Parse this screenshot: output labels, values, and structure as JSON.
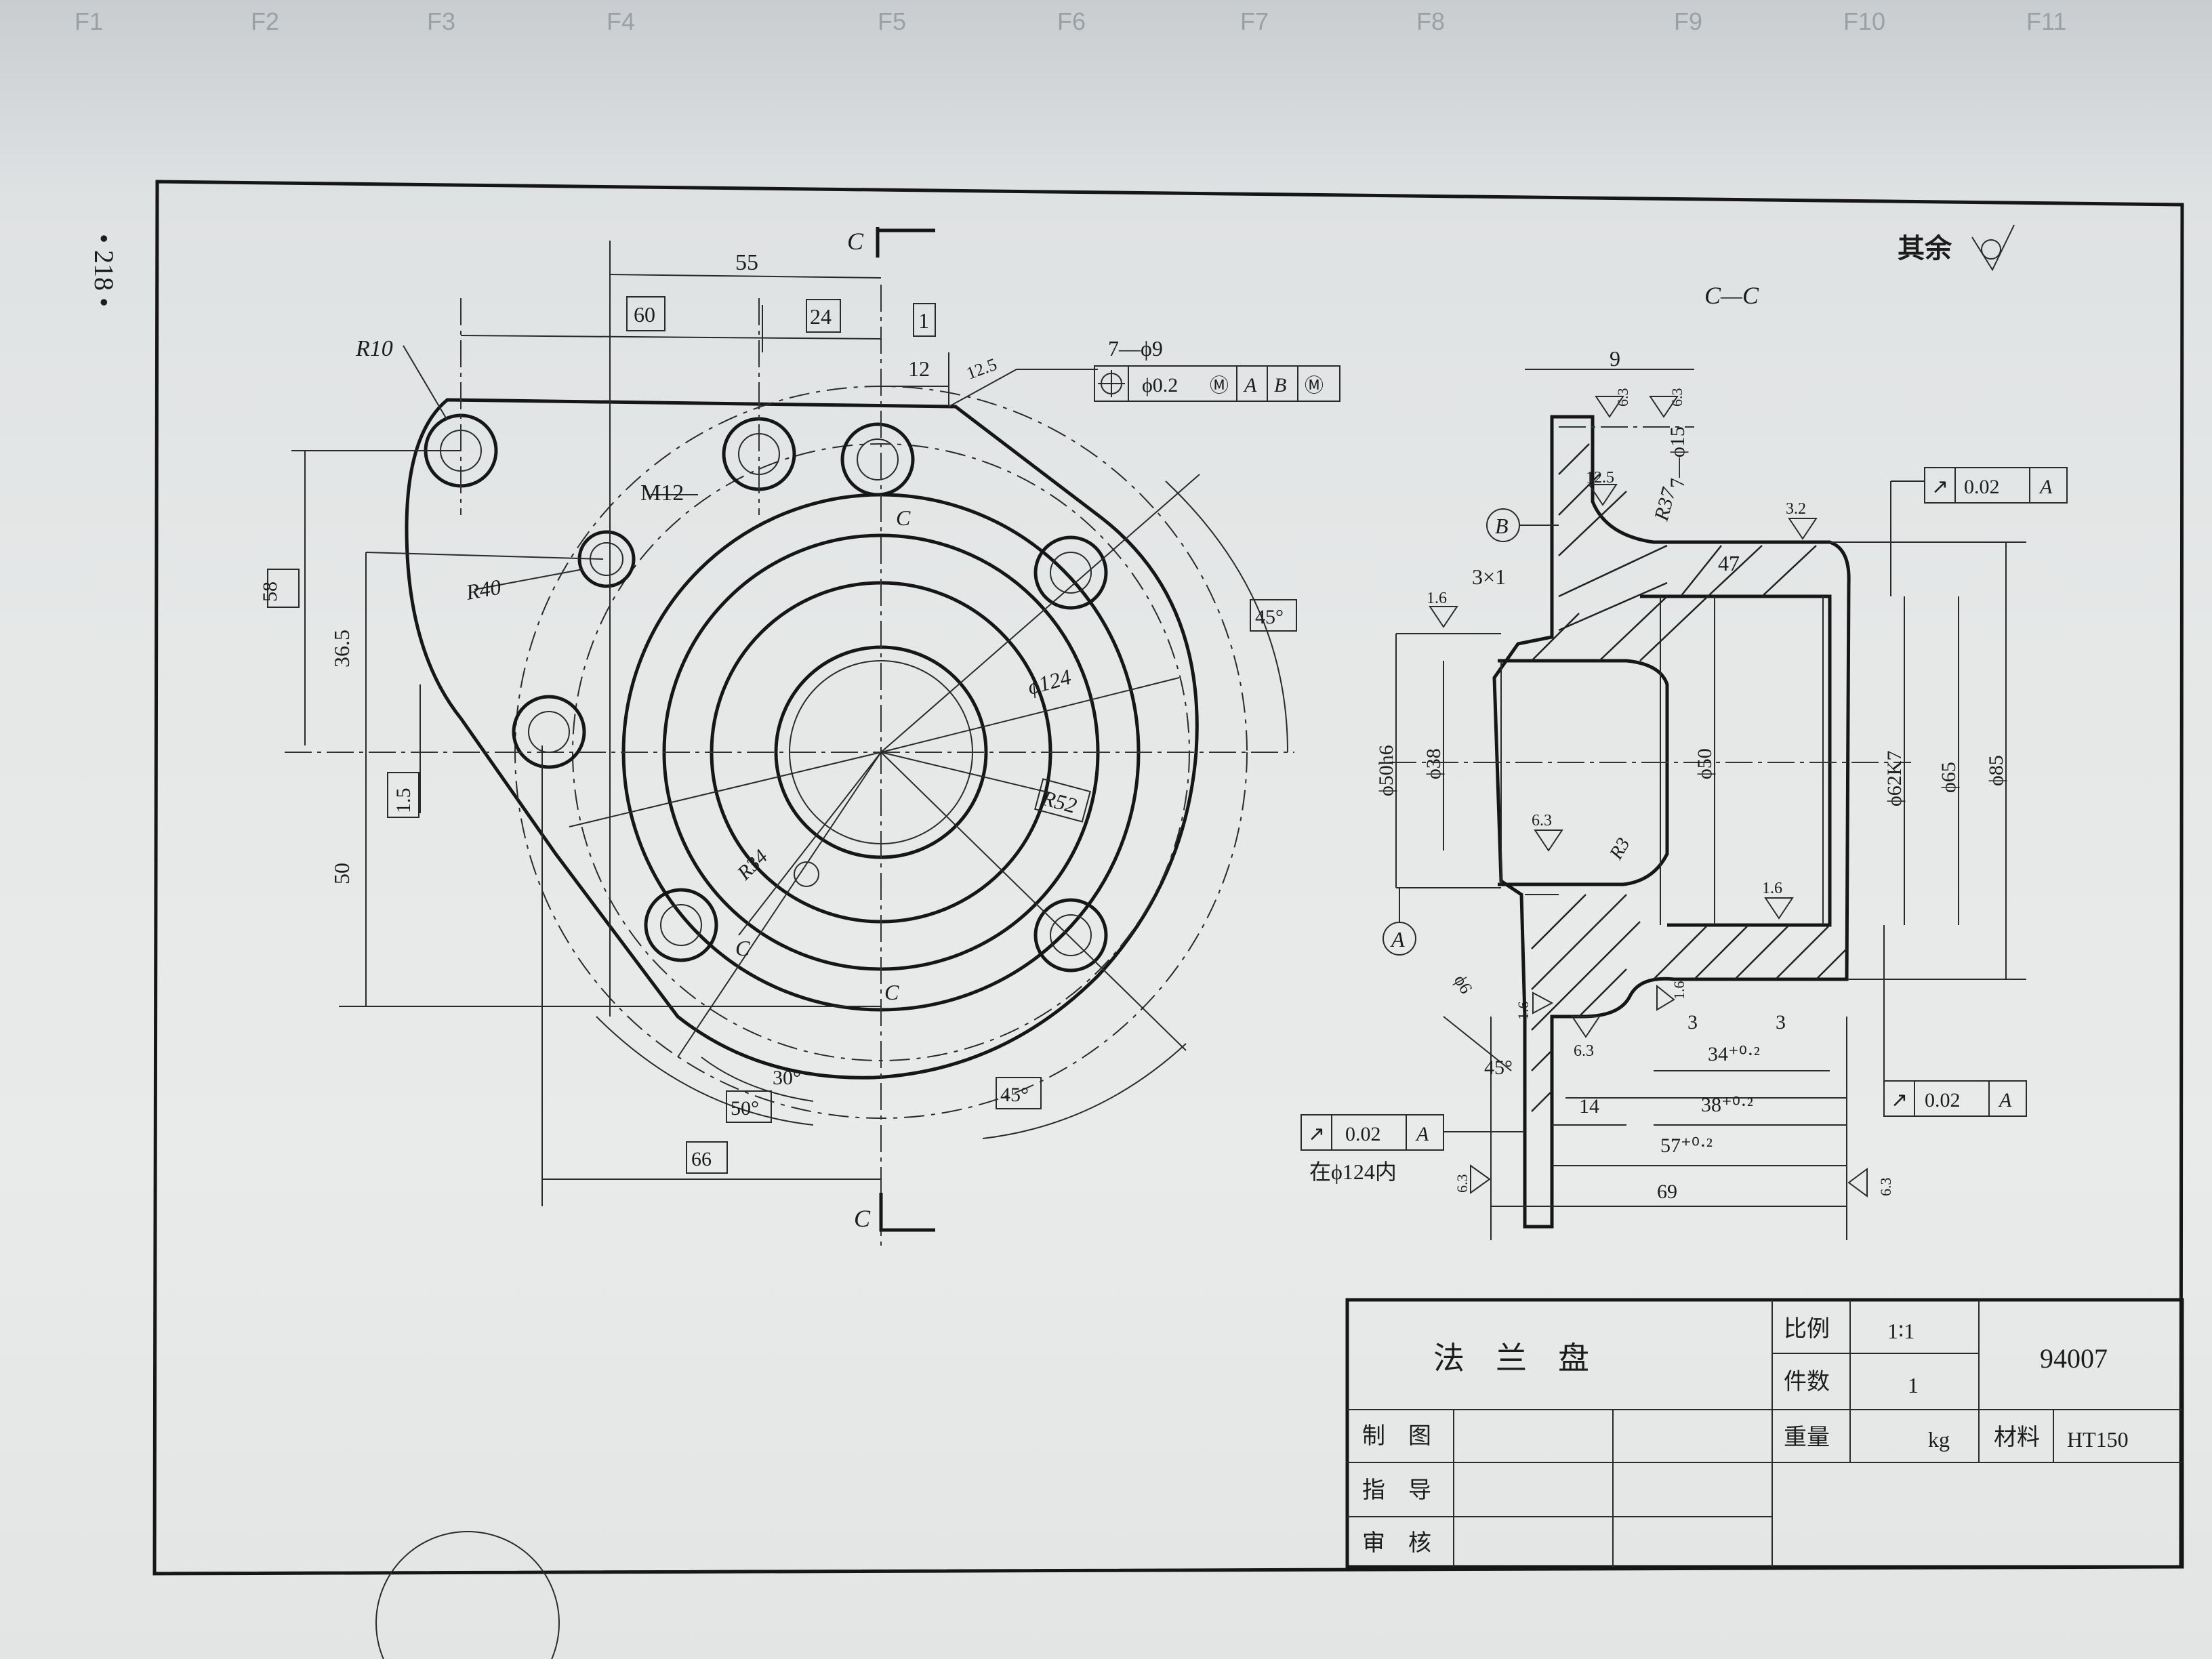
{
  "page_number": "• 218 •",
  "zone_labels": [
    "F1",
    "F2",
    "F3",
    "F4",
    "F5",
    "F6",
    "F7",
    "F8",
    "F9",
    "F10",
    "F11"
  ],
  "section_label": "C—C",
  "section_mark": "C",
  "roughness_note": "其余",
  "front_view": {
    "dims": {
      "d55": "55",
      "d60": "60",
      "d24": "24",
      "d1": "1",
      "d12": "12",
      "r10": "R10",
      "m12": "M12",
      "r40": "R40",
      "d58": "58",
      "d365": "36.5",
      "d15": "1.5",
      "d50": "50",
      "r124": "ϕ124",
      "r52": "R52",
      "r34": "R34",
      "a45a": "45°",
      "a45b": "45°",
      "a30": "30°",
      "a50": "50°",
      "d66": "66",
      "ra125": "12.5"
    },
    "holes_fcf": {
      "count": "7—ϕ9",
      "tol": "ϕ0.2",
      "mod": "Ⓜ",
      "a": "A",
      "b": "B",
      "mod2": "Ⓜ"
    }
  },
  "section_view": {
    "dims": {
      "d9": "9",
      "d7d15": "7—ϕ15",
      "r37": "R37",
      "d3x1": "3×1",
      "d47": "47",
      "d50h6": "ϕ50h6",
      "d38": "ϕ38",
      "d50": "ϕ50",
      "d62k7": "ϕ62K7",
      "d65": "ϕ65",
      "d85": "ϕ85",
      "r3": "R3",
      "ra63a": "6.3",
      "ra63b": "6.3",
      "ra63c": "6.3",
      "ra63d": "6.3",
      "ra63e": "6.3",
      "ra63f": "6.3",
      "ra16a": "1.6",
      "ra16b": "1.6",
      "ra16c": "1.6",
      "ra16d": "1.6",
      "ra125": "12.5",
      "ra32": "3.2",
      "d3a": "3",
      "d3b": "3",
      "d34": "34⁺⁰·²",
      "d38b": "38⁺⁰·²",
      "d57": "57⁺⁰·²",
      "d14": "14",
      "d69": "69",
      "a45": "45°",
      "d6": "ϕ6"
    },
    "datum_a": "A",
    "datum_b": "B",
    "fcf_top": {
      "sym": "↗",
      "val": "0.02",
      "datum": "A"
    },
    "fcf_mid": {
      "sym": "↗",
      "val": "0.02",
      "datum": "A"
    },
    "fcf_left": {
      "sym": "↗",
      "val": "0.02",
      "datum": "A",
      "note": "在ϕ124内"
    }
  },
  "title_block": {
    "name": "法　兰　盘",
    "scale_label": "比例",
    "scale": "1∶1",
    "qty_label": "件数",
    "qty": "1",
    "weight_label": "重量",
    "weight_unit": "kg",
    "material_label": "材料",
    "material": "HT150",
    "drawing_no": "94007",
    "drawn": "制　图",
    "guide": "指　导",
    "check": "审　核"
  }
}
